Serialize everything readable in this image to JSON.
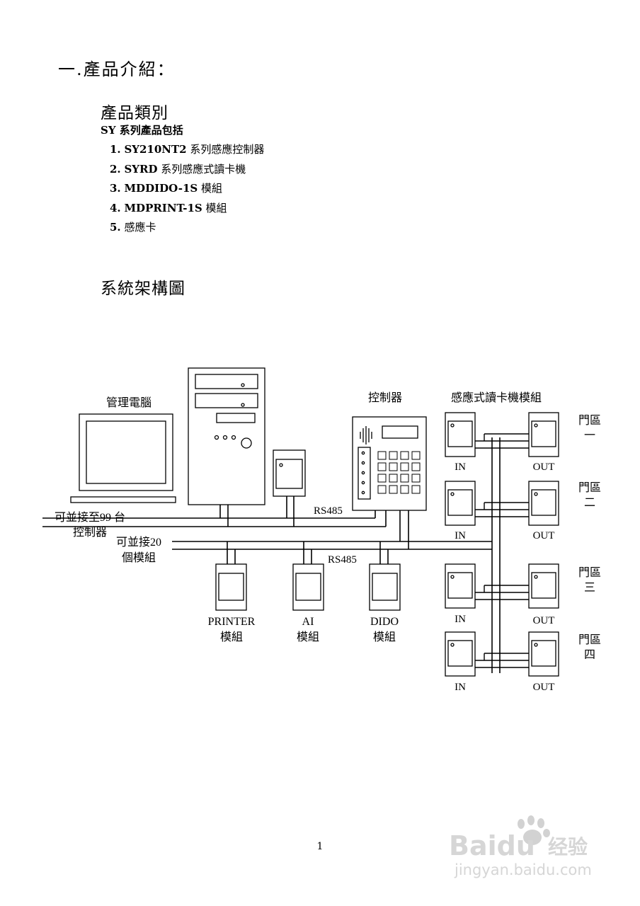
{
  "heading": "一.產品介紹：",
  "category_title": "產品類別",
  "intro": "SY 系列產品包括",
  "products": [
    {
      "num": "1.",
      "name": "SY210NT2",
      "desc": " 系列感應控制器"
    },
    {
      "num": "2.",
      "name": "SYRD",
      "desc": "  系列感應式讀卡機"
    },
    {
      "num": "3.",
      "name": "MDDIDO-1S",
      "desc": " 模組"
    },
    {
      "num": "4.",
      "name": "MDPRINT-1S",
      "desc": " 模組"
    },
    {
      "num": "5.",
      "name": "",
      "desc": "感應卡"
    }
  ],
  "architecture_title": "系統架構圖",
  "diagram": {
    "pc_label": "管理電腦",
    "controller_label": "控制器",
    "reader_group_label": "感應式讀卡機模組",
    "rs485_top": "RS485",
    "rs485_bottom": "RS485",
    "connect_controllers_1": "可並接至99 台",
    "connect_controllers_2": "控制器",
    "connect_modules_1": "可並接20",
    "connect_modules_2": "個模組",
    "modules": [
      {
        "line1": "PRINTER",
        "line2": "模組"
      },
      {
        "line1": "AI",
        "line2": "模組"
      },
      {
        "line1": "DIDO",
        "line2": "模組"
      }
    ],
    "in_label": "IN",
    "out_label": "OUT",
    "zones": [
      {
        "line1": "門區",
        "line2": "一"
      },
      {
        "line1": "門區",
        "line2": "二"
      },
      {
        "line1": "門區",
        "line2": "三"
      },
      {
        "line1": "門區",
        "line2": "四"
      }
    ]
  },
  "page_number": "1",
  "watermark": {
    "brand": "Baidu",
    "cn": "经验",
    "url": "jingyan.baidu.com"
  }
}
